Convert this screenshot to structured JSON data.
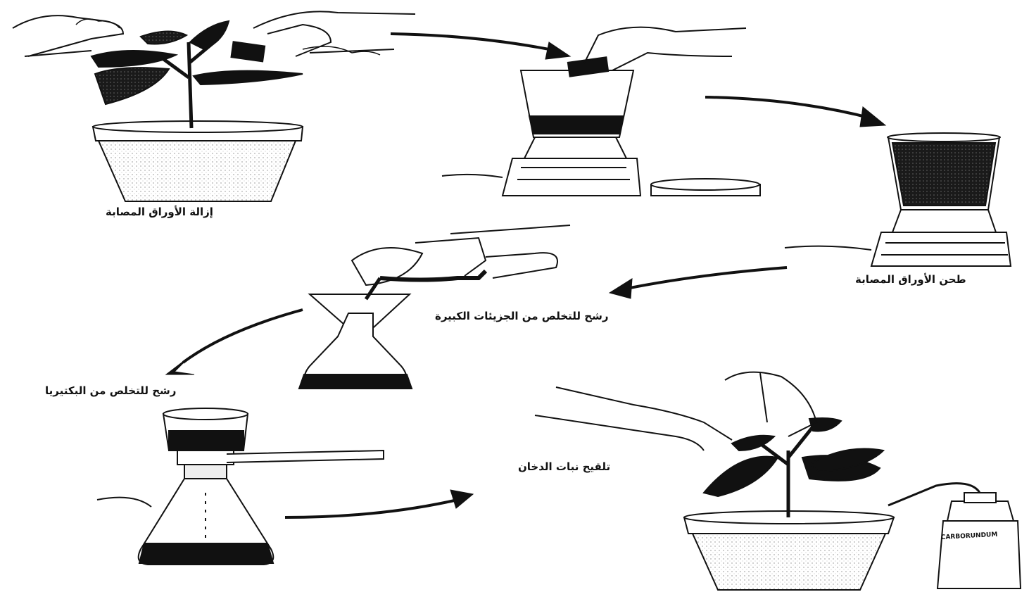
{
  "steps": {
    "remove_leaves": "إزالة الأوراق المصابة",
    "grind_leaves": "طحن الأوراق المصابة",
    "filter_large": "رشح للتخلص من الجزيئات الكبيرة",
    "filter_bacteria": "رشح للتخلص من البكتيريا",
    "inoculate": "تلقيح نبات الدخان"
  },
  "bottle_label": "CARBORUNDUM",
  "colors": {
    "ink": "#111111",
    "background": "#ffffff"
  }
}
